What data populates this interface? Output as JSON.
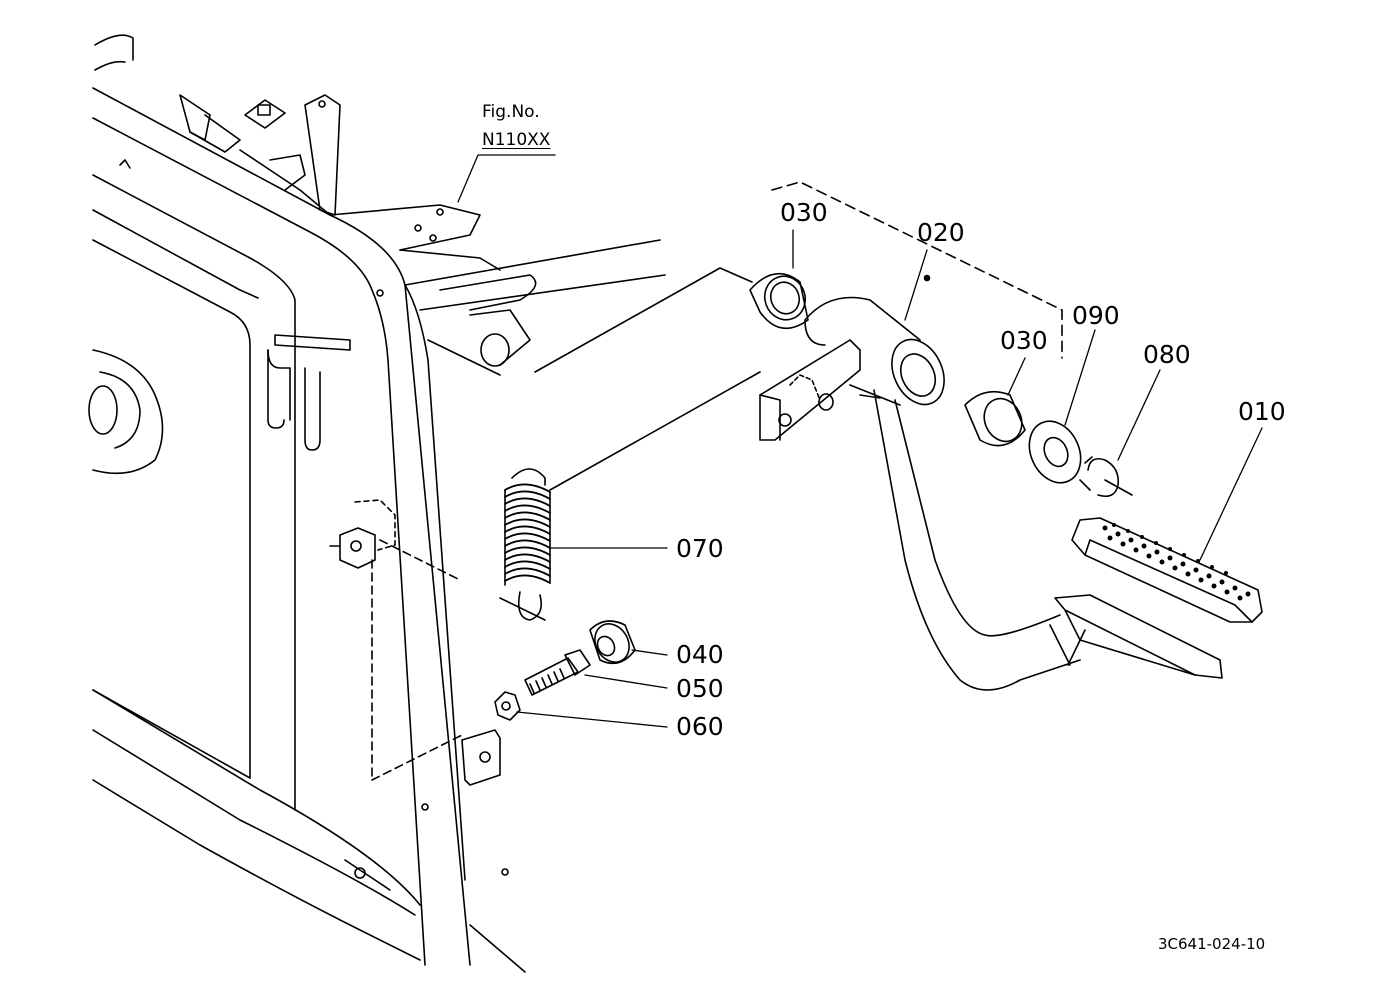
{
  "figure": {
    "fig_caption": "Fig.No.",
    "fig_number": "N110XX",
    "drawing_ref": "3C641-024-10"
  },
  "parts": {
    "p010": "010",
    "p020": "020",
    "p030a": "030",
    "p030b": "030",
    "p040": "040",
    "p050": "050",
    "p060": "060",
    "p070": "070",
    "p080": "080",
    "p090": "090"
  },
  "colors": {
    "line": "#000000",
    "background": "#ffffff"
  }
}
